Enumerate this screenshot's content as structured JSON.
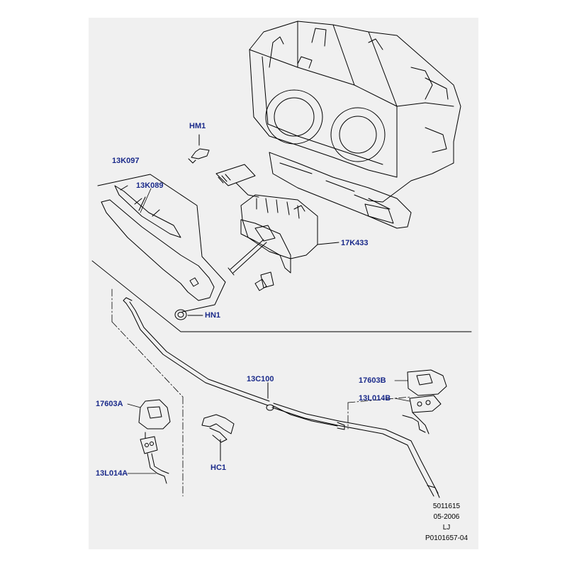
{
  "callouts": {
    "hm1": "HM1",
    "k097": "13K097",
    "k089": "13K089",
    "k433": "17K433",
    "hn1": "HN1",
    "c100": "13C100",
    "b17603": "17603B",
    "l014b": "13L014B",
    "a17603": "17603A",
    "hc1": "HC1",
    "l014a": "13L014A"
  },
  "reference": {
    "part_number": "5011615",
    "date": "05-2006",
    "initials": "LJ",
    "illustration_id": "P0101657-04"
  },
  "colors": {
    "panel": "#f0f0f0",
    "callout_text": "#1a2a8a",
    "line": "#000000"
  }
}
